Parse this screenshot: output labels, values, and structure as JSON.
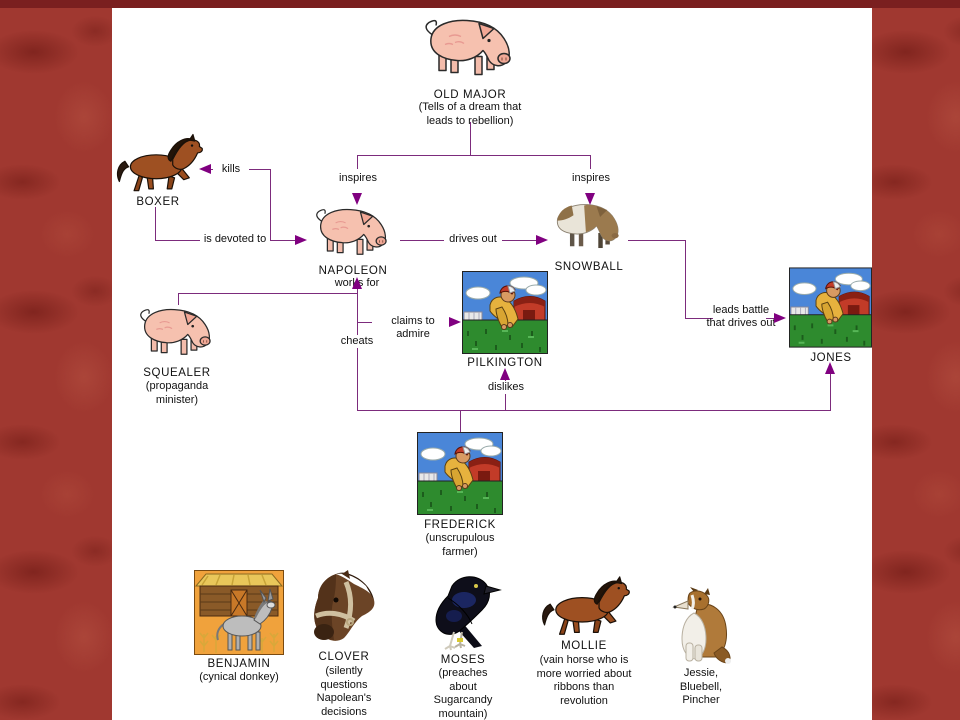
{
  "colors": {
    "connector_line": "#7c2b7c",
    "arrowhead": "#800080",
    "top_stripe": "#7a1f1f",
    "side_border": "#a03830",
    "background": "#ffffff"
  },
  "nodes": {
    "old_major": {
      "label": "OLD MAJOR",
      "caption": "(Tells of a dream that\nleads to rebellion)"
    },
    "boxer": {
      "label": "BOXER"
    },
    "napoleon": {
      "label": "NAPOLEON"
    },
    "snowball": {
      "label": "SNOWBALL"
    },
    "squealer": {
      "label": "SQUEALER",
      "caption": "(propaganda\nminister)"
    },
    "pilkington": {
      "label": "PILKINGTON"
    },
    "jones": {
      "label": "JONES"
    },
    "frederick": {
      "label": "FREDERICK",
      "caption": "(unscrupulous\nfarmer)"
    },
    "benjamin": {
      "label": "BENJAMIN",
      "caption": "(cynical donkey)"
    },
    "clover": {
      "label": "CLOVER",
      "caption": "(silently\nquestions\nNapolean's\ndecisions"
    },
    "moses": {
      "label": "MOSES",
      "caption": "(preaches\nabout\nSugarcandy\nmountain)"
    },
    "mollie": {
      "label": "MOLLIE",
      "caption": "(vain horse who is\nmore worried about\nribbons than\nrevolution"
    },
    "dogs": {
      "label": "Jessie,\nBluebell,\nPincher"
    }
  },
  "edges": {
    "inspires_napoleon": "inspires",
    "inspires_snowball": "inspires",
    "kills": "kills",
    "is_devoted_to": "is devoted to",
    "drives_out": "drives out",
    "works_for": "works for",
    "claims_to_admire": "claims to admire",
    "cheats": "cheats",
    "dislikes": "dislikes",
    "leads_battle": "leads battle\nthat drives out"
  }
}
